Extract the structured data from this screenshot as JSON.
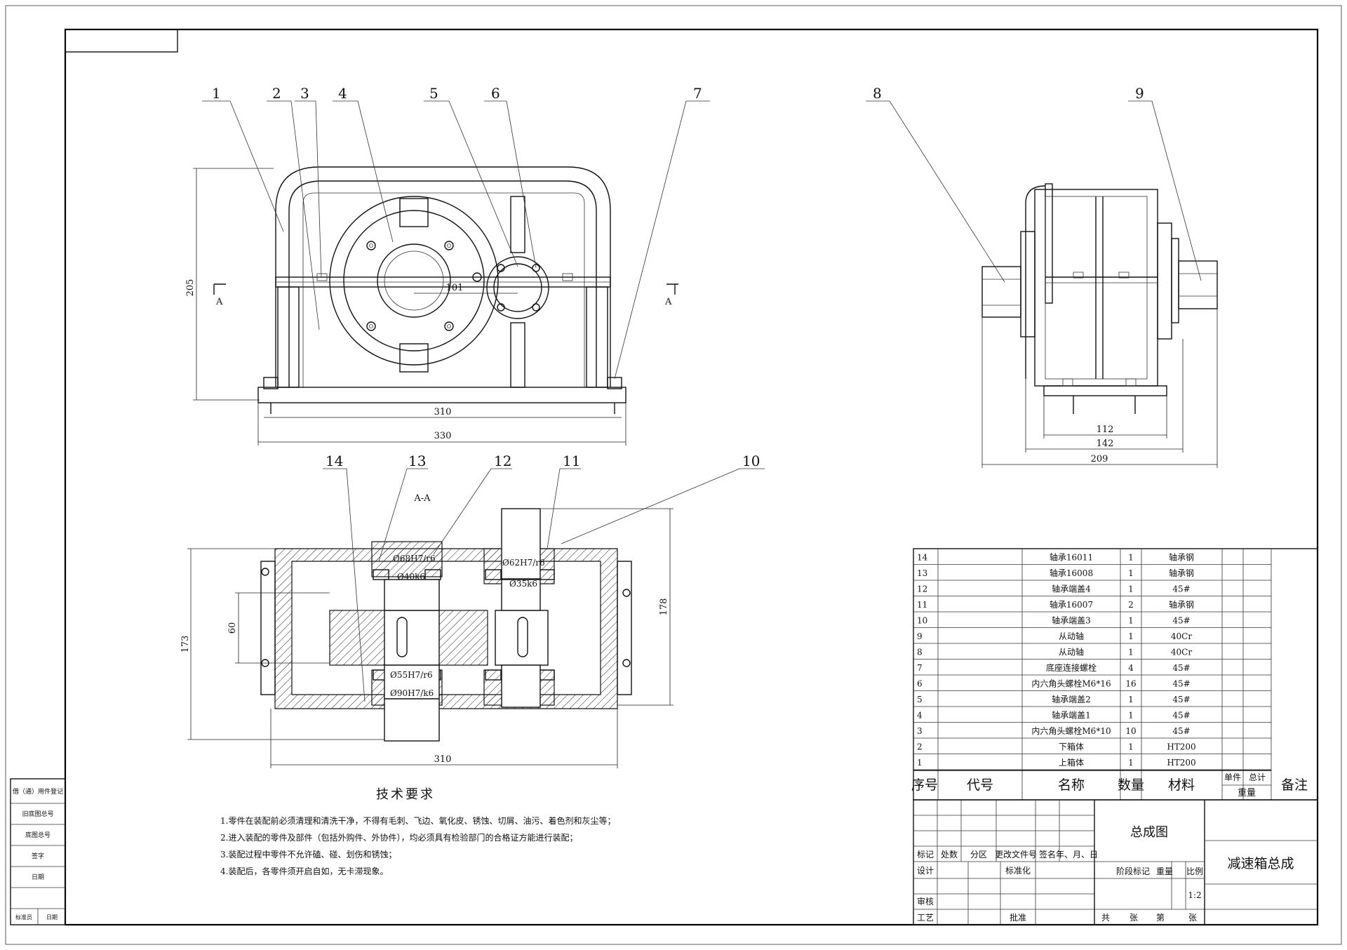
{
  "balloons": [
    "1",
    "2",
    "3",
    "4",
    "5",
    "6",
    "7",
    "8",
    "9",
    "14",
    "13",
    "12",
    "11",
    "10"
  ],
  "section_mark": "A",
  "section_title": "A-A",
  "dims": {
    "front_height": "205",
    "center_distance": "101",
    "front_inner_width": "310",
    "front_outer_width": "330",
    "side_inner": "112",
    "side_mid": "142",
    "side_outer": "209",
    "sec_height_right": "178",
    "sec_height_left": "173",
    "sec_gear_dia": "60",
    "sec_width": "310",
    "fit_1": "Ø68H7/r6",
    "fit_2": "Ø40k6",
    "fit_3": "Ø62H7/r6",
    "fit_4": "Ø35k6",
    "fit_5": "Ø55H7/r6",
    "fit_6": "Ø90H7/k6"
  },
  "tech": {
    "title": "技术要求",
    "items": [
      "1.零件在装配前必须清理和清洗干净，不得有毛刺、飞边、氧化皮、锈蚀、切屑、油污、着色剂和灰尘等；",
      "2.进入装配的零件及部件（包括外购件、外协件），均必须具有检验部门的合格证方能进行装配；",
      "3.装配过程中零件不允许磕、碰、划伤和锈蚀；",
      "4.装配后，各零件须开启自如，无卡滞现象。"
    ]
  },
  "bom": {
    "rows": [
      {
        "no": "14",
        "code": "",
        "name": "轴承16011",
        "qty": "1",
        "mat": "轴承钢"
      },
      {
        "no": "13",
        "code": "",
        "name": "轴承16008",
        "qty": "1",
        "mat": "轴承钢"
      },
      {
        "no": "12",
        "code": "",
        "name": "轴承端盖4",
        "qty": "1",
        "mat": "45#"
      },
      {
        "no": "11",
        "code": "",
        "name": "轴承16007",
        "qty": "2",
        "mat": "轴承钢"
      },
      {
        "no": "10",
        "code": "",
        "name": "轴承端盖3",
        "qty": "1",
        "mat": "45#"
      },
      {
        "no": "9",
        "code": "",
        "name": "从动轴",
        "qty": "1",
        "mat": "40Cr"
      },
      {
        "no": "8",
        "code": "",
        "name": "从动轴",
        "qty": "1",
        "mat": "40Cr"
      },
      {
        "no": "7",
        "code": "",
        "name": "底座连接螺栓",
        "qty": "4",
        "mat": "45#"
      },
      {
        "no": "6",
        "code": "",
        "name": "内六角头螺栓M6*16",
        "qty": "16",
        "mat": "45#"
      },
      {
        "no": "5",
        "code": "",
        "name": "轴承端盖2",
        "qty": "1",
        "mat": "45#"
      },
      {
        "no": "4",
        "code": "",
        "name": "轴承端盖1",
        "qty": "1",
        "mat": "45#"
      },
      {
        "no": "3",
        "code": "",
        "name": "内六角头螺栓M6*10",
        "qty": "10",
        "mat": "45#"
      },
      {
        "no": "2",
        "code": "",
        "name": "下箱体",
        "qty": "1",
        "mat": "HT200"
      },
      {
        "no": "1",
        "code": "",
        "name": "上箱体",
        "qty": "1",
        "mat": "HT200"
      }
    ],
    "headers": {
      "no": "序号",
      "code": "代号",
      "name": "名称",
      "qty": "数量",
      "mat": "材料",
      "single": "单件",
      "total": "总计",
      "weight": "重量",
      "remark": "备注"
    }
  },
  "titleblock": {
    "drawing": "总成图",
    "product": "减速箱总成",
    "mark": "标记",
    "count": "处数",
    "zone": "分区",
    "doc": "更改文件号",
    "sign": "签名",
    "date": "年、月、日",
    "design": "设计",
    "standard": "标准化",
    "stage": "阶段标记",
    "weight": "重量",
    "scale_lbl": "比例",
    "scale": "1:2",
    "check": "审核",
    "craft": "工艺",
    "approve": "批准",
    "sheets_total": "共",
    "sheets_unit": "张",
    "sheet_no": "第",
    "sheet_unit2": "张"
  },
  "sidebar": [
    "借（通）用件登记",
    "旧底图总号",
    "底图总号",
    "签字",
    "日期",
    "标准员",
    "日期"
  ]
}
